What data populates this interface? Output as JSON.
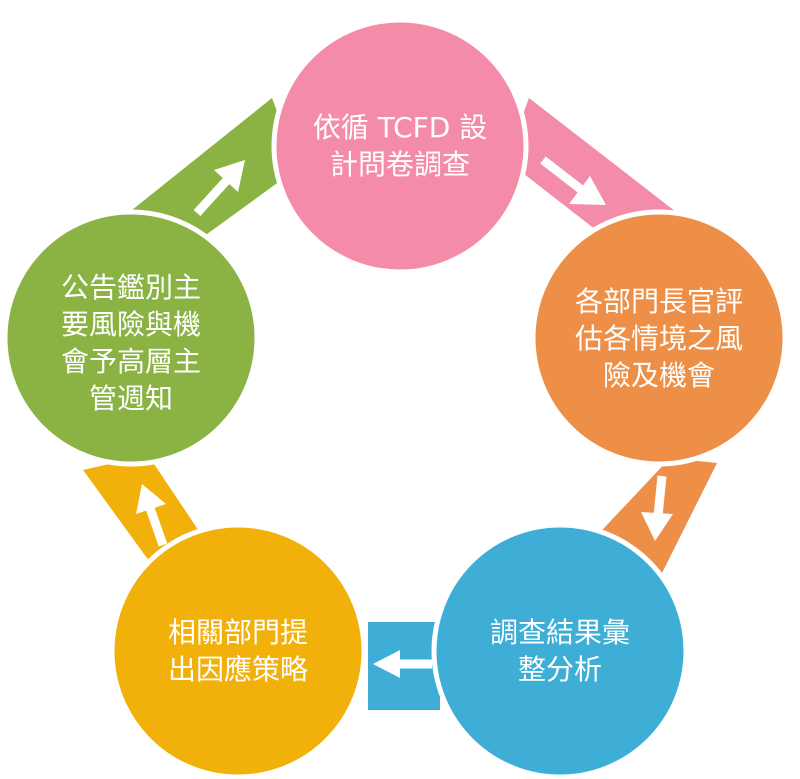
{
  "diagram": {
    "steps": [
      {
        "lines": [
          "依循 TCFD 設",
          "計問卷調查"
        ],
        "color": "#f48ca9"
      },
      {
        "lines": [
          "各部門長官評",
          "估各情境之風",
          "險及機會"
        ],
        "color": "#ee8f47"
      },
      {
        "lines": [
          "調查結果彙",
          "整分析"
        ],
        "color": "#3eaed6"
      },
      {
        "lines": [
          "相關部門提",
          "出因應策略"
        ],
        "color": "#f2b10a"
      },
      {
        "lines": [
          "公告鑑別主",
          "要風險與機",
          "會予高層主",
          "管週知"
        ],
        "color": "#8ab344"
      }
    ],
    "arrow_color": "#ffffff"
  }
}
